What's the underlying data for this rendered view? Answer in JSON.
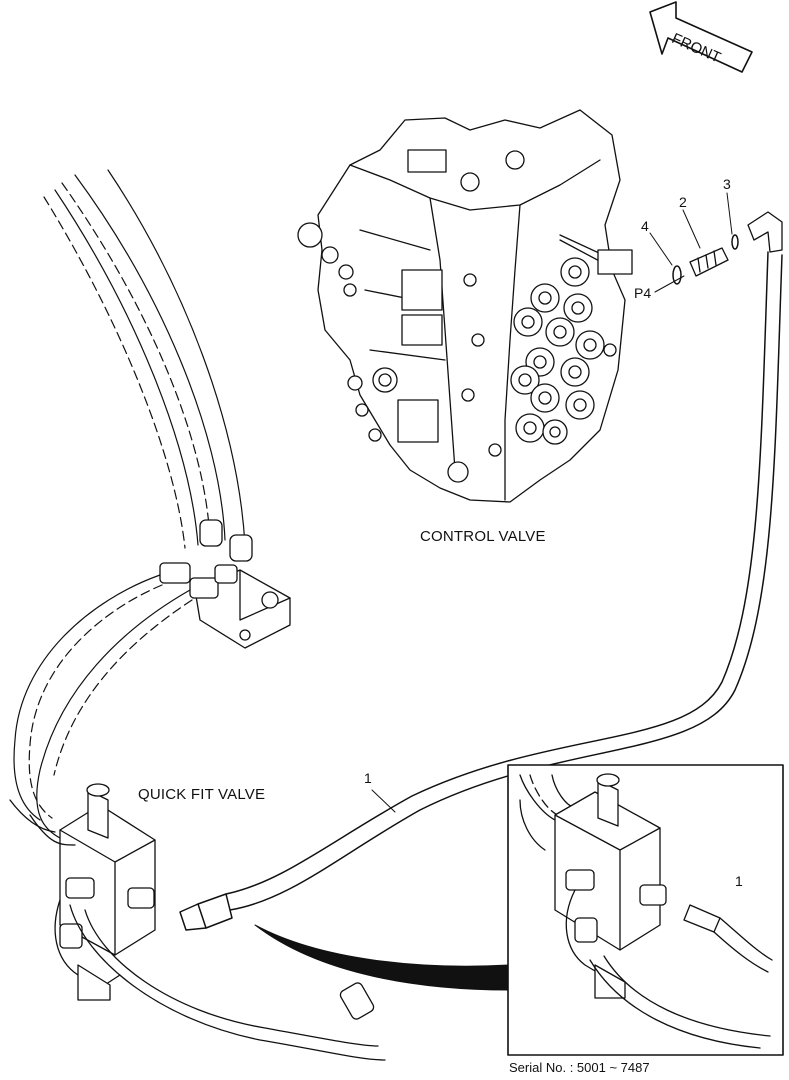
{
  "labels": {
    "front": "FRONT",
    "control_valve": "CONTROL VALVE",
    "quick_fit_valve": "QUICK FIT VALVE",
    "port": "P4",
    "serial": "Serial No. : 5001 ~ 7487"
  },
  "parts": {
    "hose": "1",
    "adapter": "2",
    "o_ring_small": "3",
    "o_ring_large": "4",
    "detail_hose": "1"
  }
}
